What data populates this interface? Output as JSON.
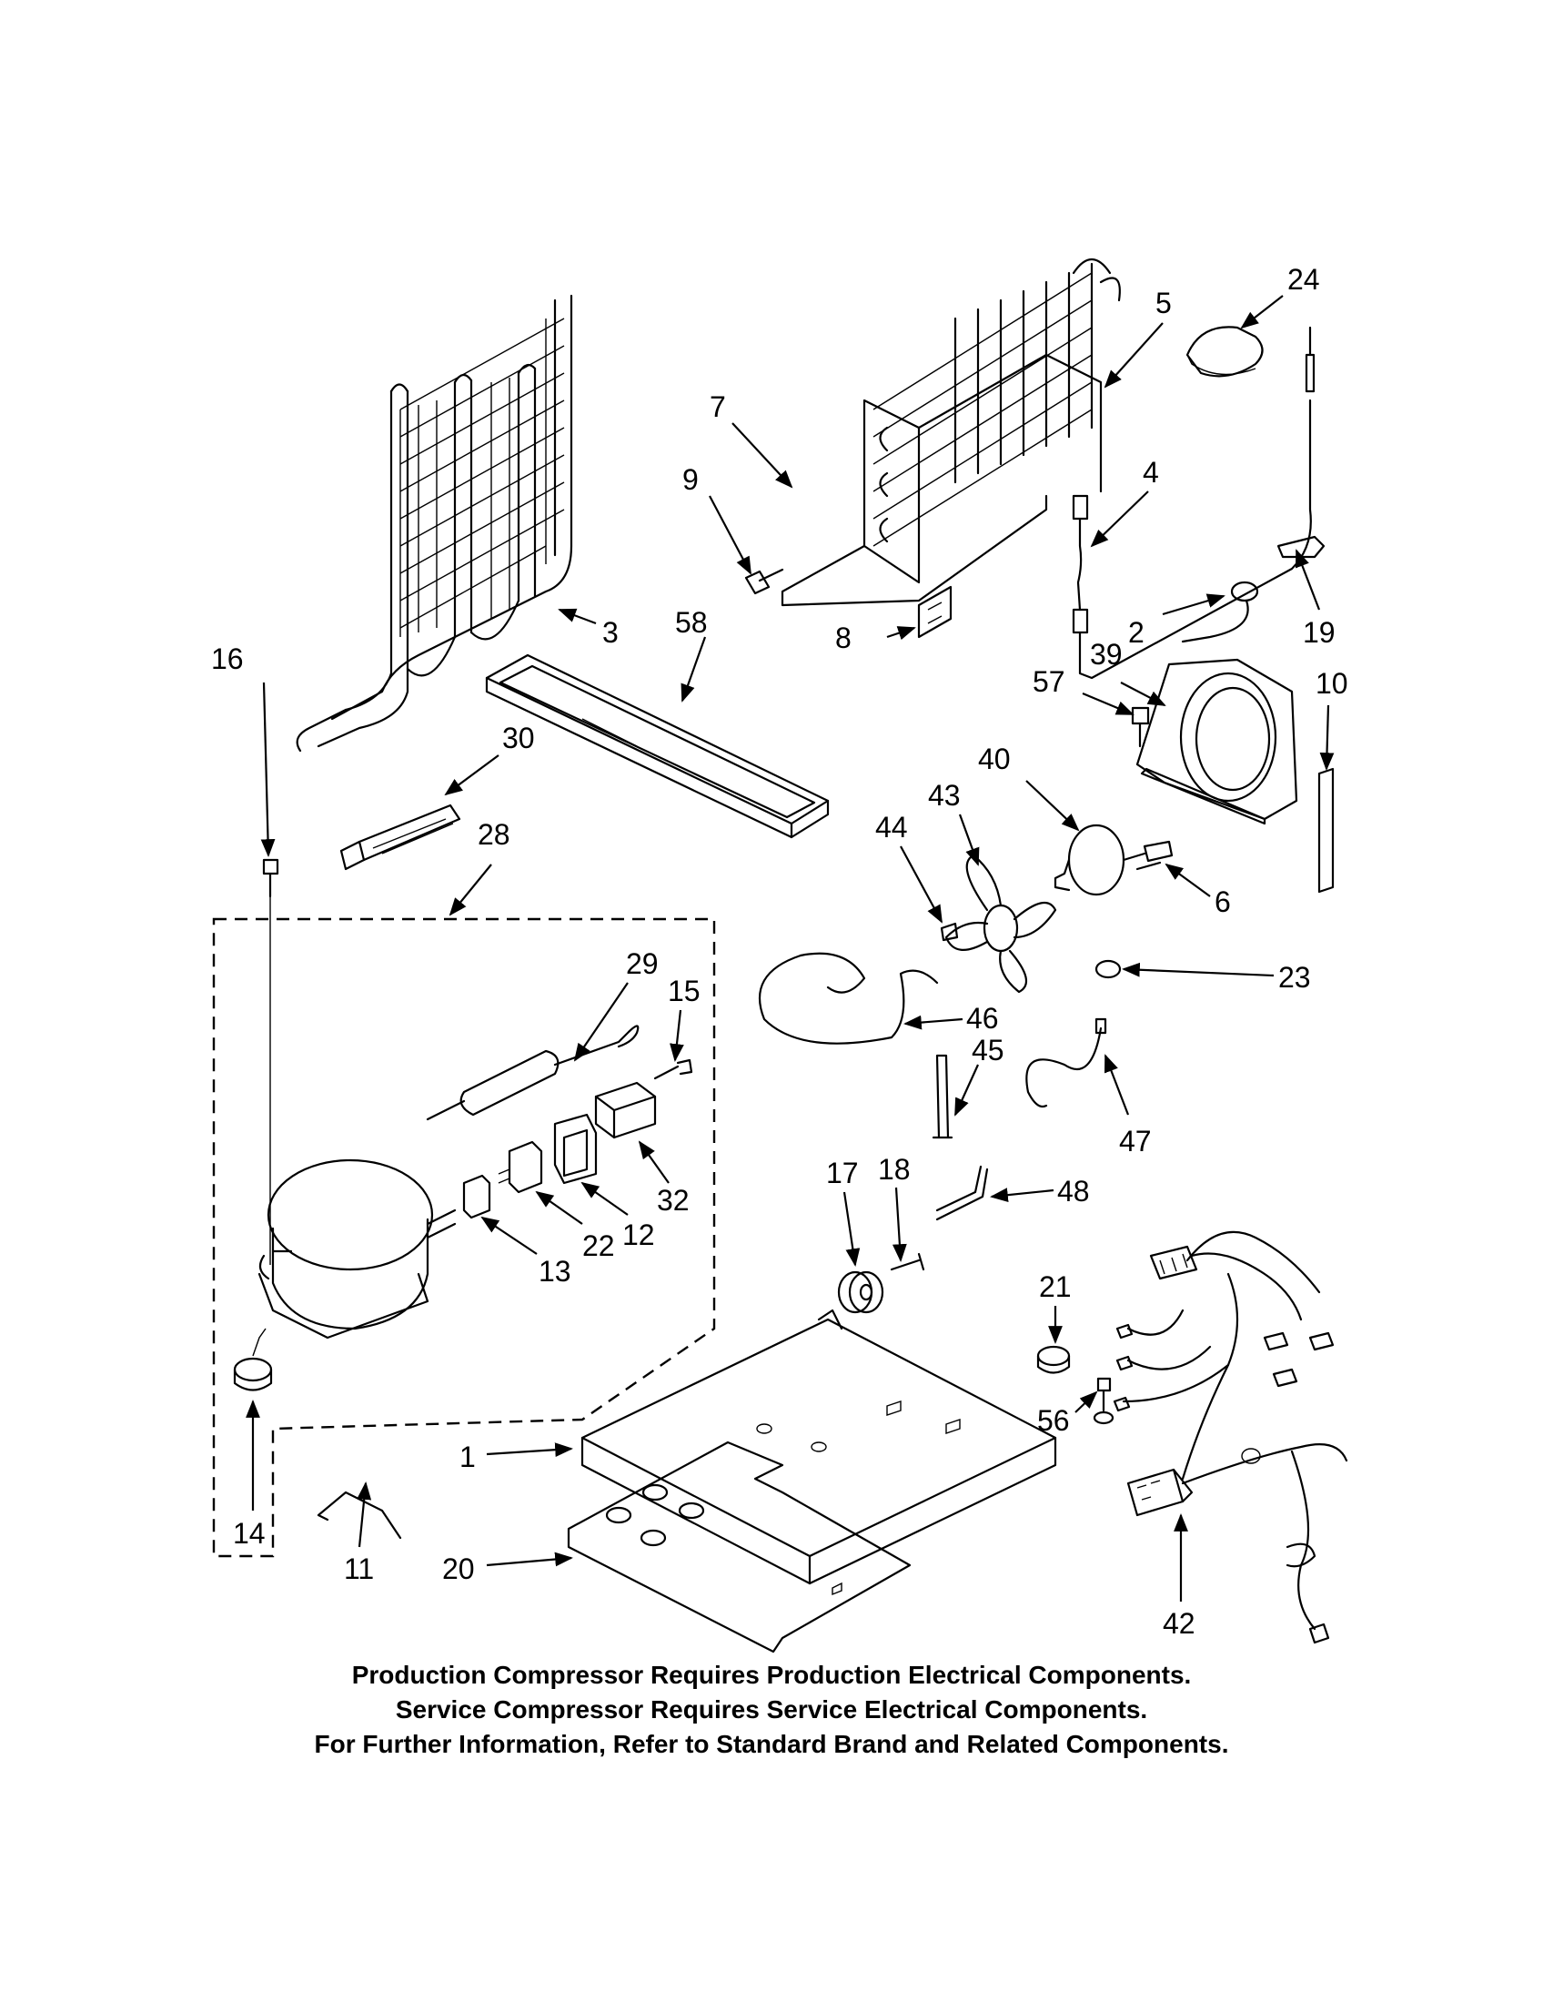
{
  "callouts": {
    "c1": "1",
    "c2": "2",
    "c3": "3",
    "c4": "4",
    "c5": "5",
    "c6": "6",
    "c7": "7",
    "c8": "8",
    "c9": "9",
    "c10": "10",
    "c11": "11",
    "c12": "12",
    "c13": "13",
    "c14": "14",
    "c15": "15",
    "c16": "16",
    "c17": "17",
    "c18": "18",
    "c19": "19",
    "c20": "20",
    "c21": "21",
    "c22": "22",
    "c23": "23",
    "c24": "24",
    "c28": "28",
    "c29": "29",
    "c30": "30",
    "c32": "32",
    "c39": "39",
    "c40": "40",
    "c42": "42",
    "c43": "43",
    "c44": "44",
    "c45": "45",
    "c46": "46",
    "c47": "47",
    "c48": "48",
    "c56": "56",
    "c57": "57",
    "c58": "58"
  },
  "notes": [
    "Production Compressor Requires Production Electrical Components.",
    "Service Compressor Requires Service Electrical Components.",
    "For Further Information, Refer to Standard Brand and Related Components."
  ]
}
